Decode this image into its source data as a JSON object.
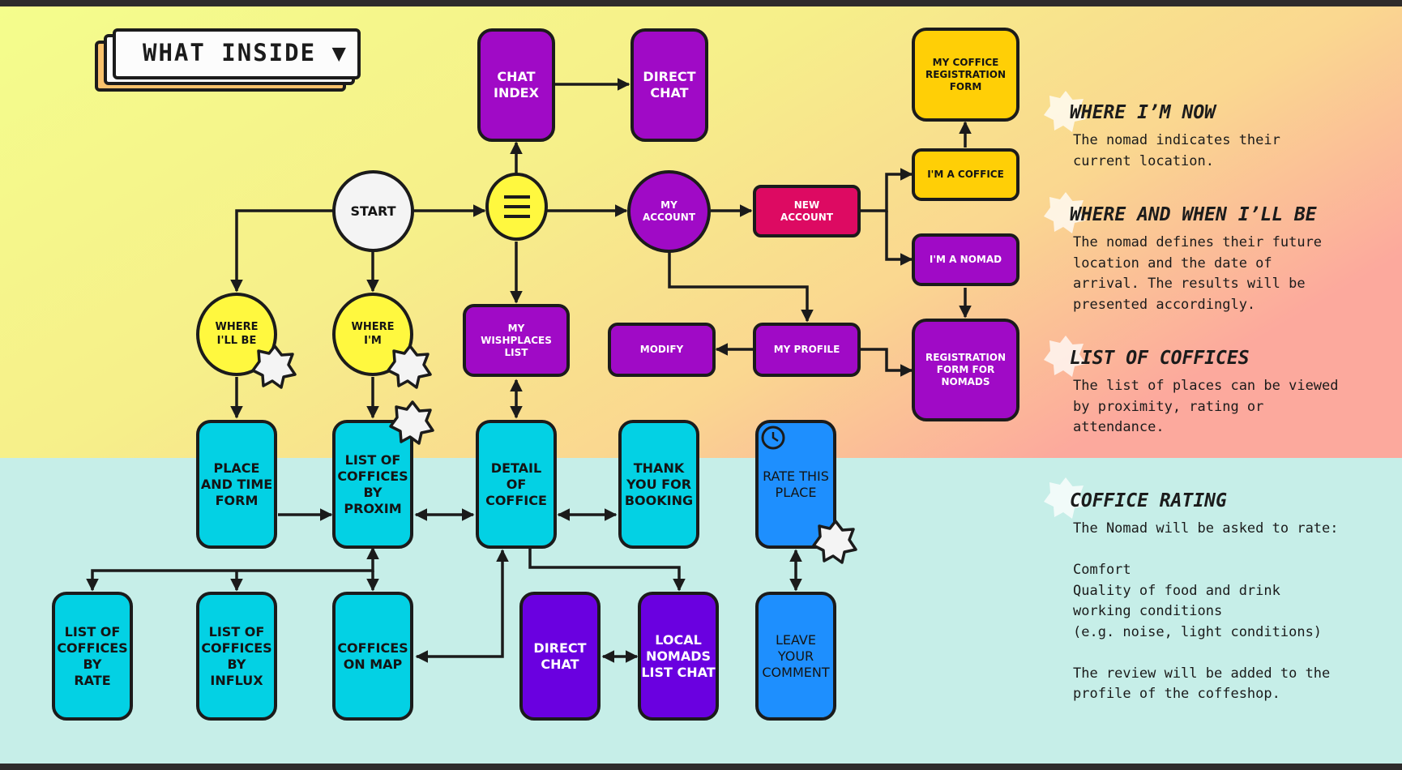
{
  "header": {
    "title": "WHAT INSIDE ▼"
  },
  "colors": {
    "top_bg_left": "#f4fd8c",
    "top_bg_right": "#fca99d",
    "bottom_bg": "#c6eee8",
    "frame": "#2e2b2b",
    "cyan": "#03d1e4",
    "purple": "#a00ac6",
    "violet": "#6a00e0",
    "gold": "#ffcf06",
    "red": "#dd0a62",
    "yellow": "#fff83f",
    "blue": "#1e8ffe"
  },
  "nodes": {
    "start": "START",
    "menu_icon": "hamburger-menu-icon",
    "chat_index": "CHAT\nINDEX",
    "direct_chat_top": "DIRECT\nCHAT",
    "my_account": "MY\nACCOUNT",
    "new_account": "NEW\nACCOUNT",
    "my_coffice_registration_form": "MY COFFICE\nREGISTRATION\nFORM",
    "im_a_coffice": "I'M A COFFICE",
    "im_a_nomad": "I'M A NOMAD",
    "registration_form_nomads": "REGISTRATION\nFORM FOR\nNOMADS",
    "my_profile": "MY PROFILE",
    "modify": "MODIFY",
    "my_wishplaces_list": "MY\nWISHPLACES\nLIST",
    "where_ill_be": "WHERE\nI'LL BE",
    "where_im": "WHERE\nI'M",
    "place_and_time_form": "PLACE\nAND TIME\nFORM",
    "list_coffices_proxim": "LIST OF\nCOFFICES\nBY\nPROXIM",
    "detail_of_coffice": "DETAIL\nOF\nCOFFICE",
    "thank_you_booking": "THANK\nYOU FOR\nBOOKING",
    "rate_this_place": "RATE THIS\nPLACE",
    "clock_icon": "clock-icon",
    "list_coffices_rate": "LIST OF\nCOFFICES\nBY\nRATE",
    "list_coffices_influx": "LIST OF\nCOFFICES\nBY\nINFLUX",
    "coffices_on_map": "COFFICES\nON MAP",
    "direct_chat_bottom": "DIRECT\nCHAT",
    "local_nomads_chat": "LOCAL\nNOMADS\nLIST CHAT",
    "leave_comment": "LEAVE\nYOUR\nCOMMENT"
  },
  "sidebar": [
    {
      "title": "WHERE I’M NOW",
      "body": "The nomad indicates their\ncurrent location."
    },
    {
      "title": "WHERE AND WHEN I’LL BE",
      "body": "The nomad defines their future\nlocation and the date of\narrival. The results will be\npresented accordingly."
    },
    {
      "title": "LIST OF COFFICES",
      "body": "The list of places can be viewed\nby proximity, rating or\nattendance."
    },
    {
      "title": "COFFICE RATING",
      "body": "The Nomad will be asked to rate:\n\nComfort\nQuality of food and drink\nworking conditions\n(e.g. noise, light conditions)\n\nThe review will be added to the\nprofile of the coffeshop."
    }
  ]
}
